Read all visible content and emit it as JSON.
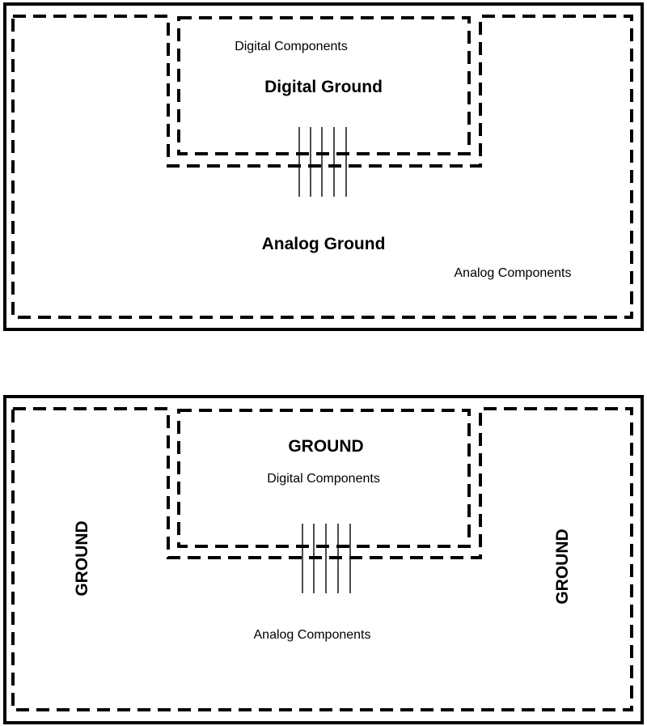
{
  "top_diagram": {
    "digital_components": "Digital Components",
    "digital_ground": "Digital Ground",
    "analog_ground": "Analog Ground",
    "analog_components": "Analog Components"
  },
  "bottom_diagram": {
    "ground_top": "GROUND",
    "digital_components": "Digital Components",
    "ground_left": "GROUND",
    "ground_right": "GROUND",
    "analog_components": "Analog Components"
  }
}
